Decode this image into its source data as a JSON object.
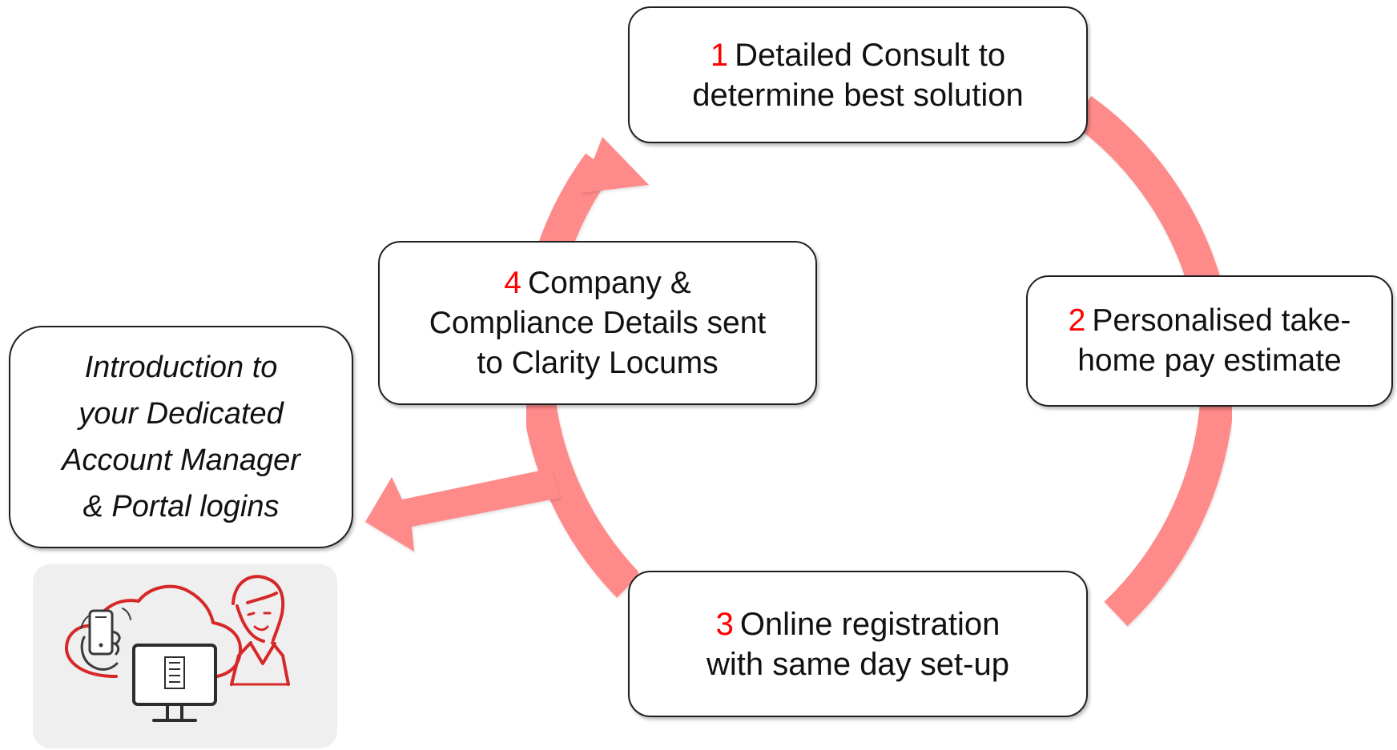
{
  "diagram": {
    "steps": [
      {
        "number": "1",
        "line1": "Detailed Consult to",
        "line2": "determine best solution",
        "line3": ""
      },
      {
        "number": "2",
        "line1": "Personalised take-",
        "line2": "home pay estimate",
        "line3": ""
      },
      {
        "number": "3",
        "line1": "Online registration",
        "line2": "with same day set-up",
        "line3": ""
      },
      {
        "number": "4",
        "line1": "Company &",
        "line2": "Compliance Details sent",
        "line3": "to Clarity Locums"
      }
    ],
    "intro": {
      "line1": "Introduction to",
      "line2": "your Dedicated",
      "line3": "Account Manager",
      "line4": "& Portal logins"
    },
    "colors": {
      "arrow": "#ff8a8a",
      "step_number": "#ff0000",
      "icon_red": "#d62828",
      "icon_dark": "#3a3a3a",
      "tile_bg": "#efefef"
    },
    "icons": [
      "cycle-arrow",
      "branch-arrow",
      "cloud-icon",
      "smartphone-in-hand-icon",
      "computer-monitor-icon",
      "woman-avatar-icon"
    ]
  }
}
